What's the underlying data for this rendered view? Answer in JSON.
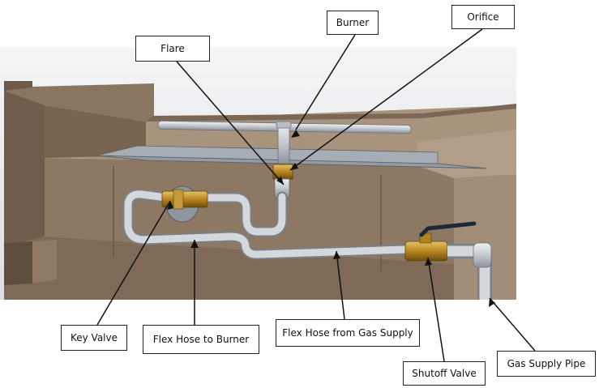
{
  "labels": {
    "burner": "Burner",
    "orifice": "Orifice",
    "flare": "Flare",
    "key_valve": "Key Valve",
    "flex_hose_burner": "Flex Hose to Burner",
    "flex_hose_supply": "Flex Hose from Gas Supply",
    "shutoff_valve": "Shutoff Valve",
    "gas_supply_pipe": "Gas Supply Pipe"
  },
  "colors": {
    "wall": "#8b7762",
    "wall_dark": "#6f5d4c",
    "ceiling": "#b8a48e",
    "pipe": "#c9cdd3",
    "brass": "#b8861f",
    "panel": "#9097a0",
    "valve_handle": "#1e2a3a"
  }
}
